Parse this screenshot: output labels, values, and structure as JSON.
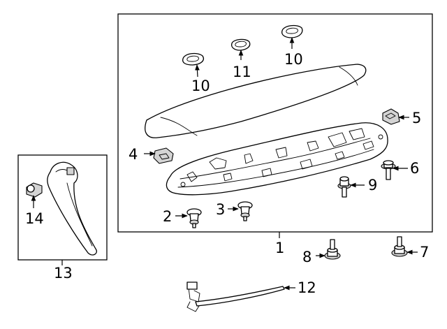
{
  "callouts": {
    "c1": "1",
    "c2": "2",
    "c3": "3",
    "c4": "4",
    "c5": "5",
    "c6": "6",
    "c7": "7",
    "c8": "8",
    "c9": "9",
    "c10a": "10",
    "c10b": "10",
    "c11": "11",
    "c12": "12",
    "c13": "13",
    "c14": "14"
  }
}
